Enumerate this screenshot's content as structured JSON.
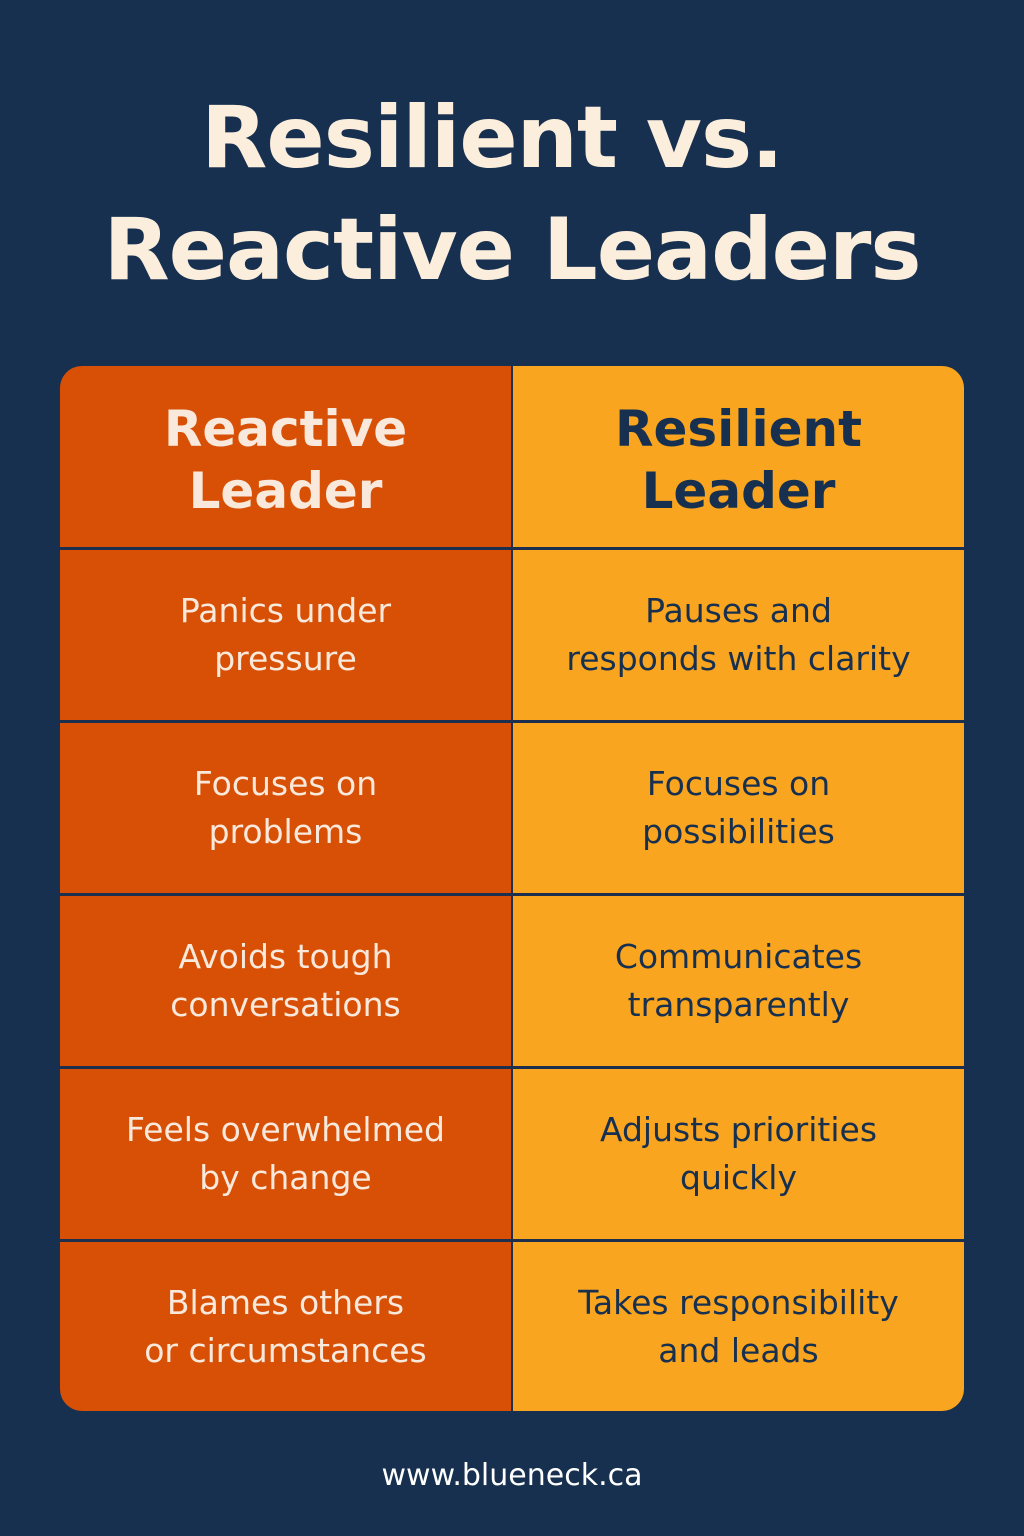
{
  "title": {
    "line1": "Resilient vs.",
    "line2": "Reactive Leaders"
  },
  "table": {
    "headers": {
      "left": "Reactive\nLeader",
      "right": "Resilient\nLeader"
    },
    "rows": [
      {
        "reactive": "Panics under\npressure",
        "resilient": "Pauses and\nresponds with clarity"
      },
      {
        "reactive": "Focuses on\nproblems",
        "resilient": "Focuses on\npossibilities"
      },
      {
        "reactive": "Avoids tough\nconversations",
        "resilient": "Communicates\ntransparently"
      },
      {
        "reactive": "Feels overwhelmed\nby change",
        "resilient": "Adjusts priorities\nquickly"
      },
      {
        "reactive": "Blames others\nor circumstances",
        "resilient": "Takes responsibility\nand leads"
      }
    ]
  },
  "footer": {
    "url": "www.blueneck.ca"
  },
  "colors": {
    "background": "#17304f",
    "reactive": "#d75006",
    "resilient": "#f9a51f",
    "title_text": "#fbeedd"
  }
}
